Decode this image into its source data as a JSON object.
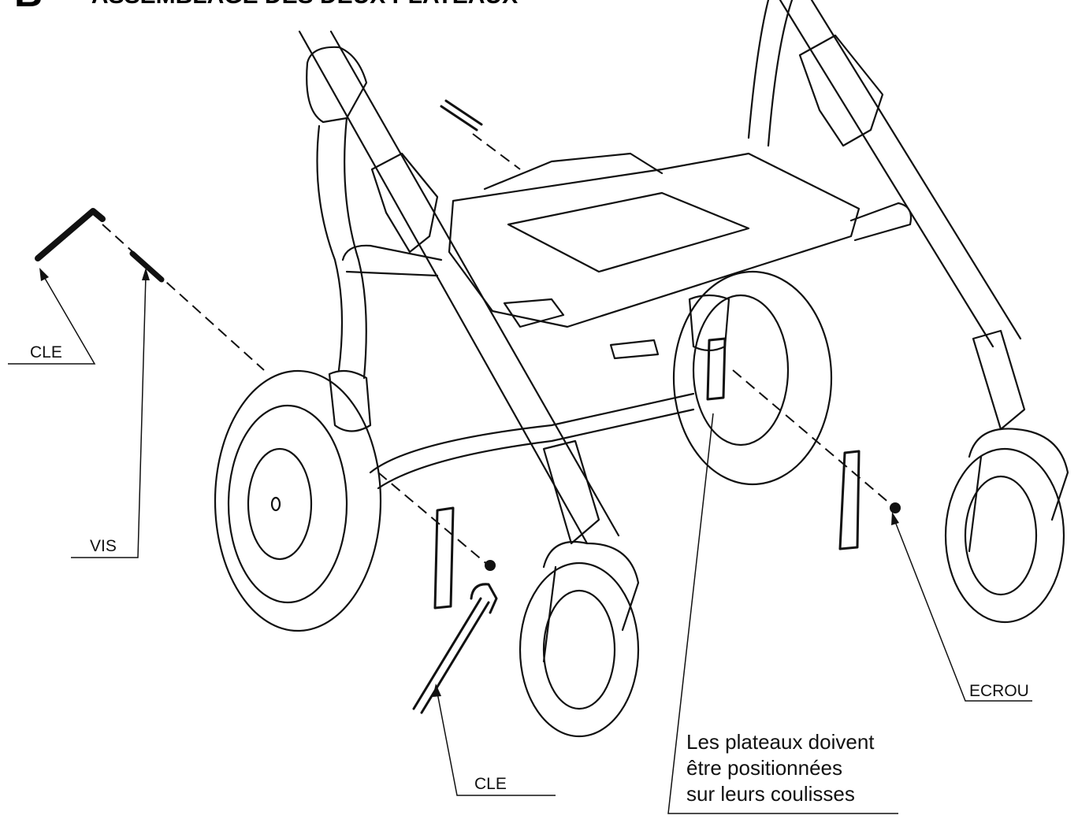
{
  "header": {
    "step_letter": "B",
    "title": "– ASSEMBLAGE DES DEUX PLATEAUX"
  },
  "labels": {
    "cle_left": "CLE",
    "vis": "VIS",
    "cle_bottom": "CLE",
    "ecrou": "ECROU"
  },
  "note": {
    "line1": "Les plateaux doivent",
    "line2": "être positionnées",
    "line3": "sur leurs coulisses"
  }
}
